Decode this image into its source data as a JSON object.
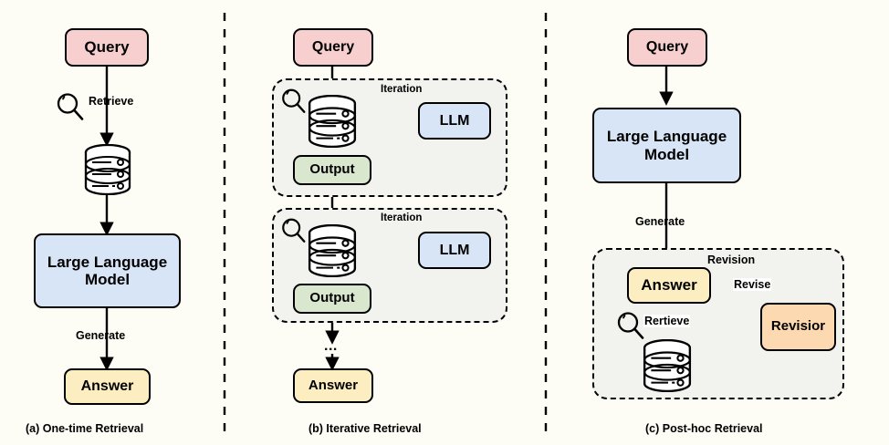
{
  "figure": {
    "title": "Three RAG paradigms",
    "background_color": "#fdfdf5",
    "divider_color": "#000000"
  },
  "colors": {
    "query": "#f7cfce",
    "llm": "#d8e5f7",
    "answer": "#fdeec2",
    "output": "#d9e7ce",
    "revisor": "#fcd9b0",
    "region_fill": "#f2f2ef",
    "stroke": "#000000"
  },
  "panels": [
    {
      "id": "a",
      "caption": "(a) One-time Retrieval",
      "nodes": {
        "query": "Query",
        "llm": "Large Language Model",
        "answer": "Answer"
      },
      "edge_labels": {
        "retrieve": "Retrieve",
        "generate": "Generate"
      },
      "icons": [
        "search-icon",
        "database-icon"
      ]
    },
    {
      "id": "b",
      "caption": "(b) Iterative Retrieval",
      "nodes": {
        "query": "Query",
        "answer": "Answer",
        "ellipsis": "..."
      },
      "iterations": [
        {
          "region_label": "Iteration",
          "llm": "LLM",
          "output": "Output"
        },
        {
          "region_label": "Iteration",
          "llm": "LLM",
          "output": "Output"
        }
      ],
      "icons": [
        "search-icon",
        "database-icon"
      ]
    },
    {
      "id": "c",
      "caption": "(c) Post-hoc Retrieval",
      "nodes": {
        "query": "Query",
        "llm": "Large Language Model",
        "answer": "Answer",
        "revisor": "Revisior"
      },
      "region_label": "Revision",
      "edge_labels": {
        "generate": "Generate",
        "revise": "Revise",
        "retrieve": "Rertieve"
      },
      "icons": [
        "search-icon",
        "database-icon"
      ]
    }
  ]
}
